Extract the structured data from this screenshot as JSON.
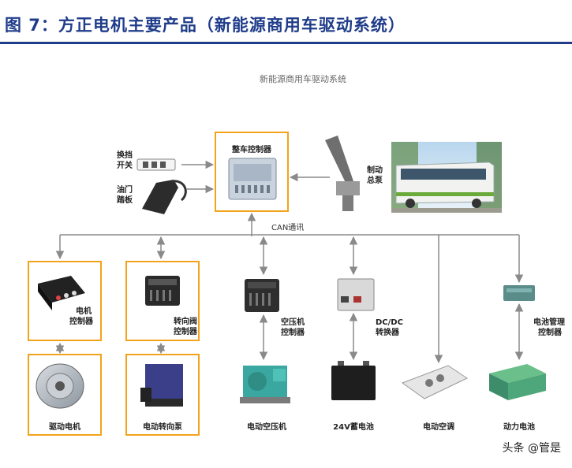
{
  "header": {
    "title": "图 7：方正电机主要产品（新能源商用车驱动系统）"
  },
  "diagram": {
    "title": "新能源商用车驱动系统",
    "inputs": {
      "shift_switch": "换挡\n开关",
      "throttle_pedal": "油门\n踏板",
      "brake_valve": "制动\n总泵"
    },
    "vcu": "整车控制器",
    "can": "CAN通讯",
    "components": {
      "motor_controller": "电机\n控制器",
      "drive_motor": "驱动电机",
      "steering_valve_controller": "转向阀\n控制器",
      "steering_pump": "电动转向泵",
      "compressor_controller": "空压机\n控制器",
      "electric_compressor": "电动空压机",
      "dcdc": "DC/DC\n转换器",
      "battery_24v": "24V蓄电池",
      "electric_ac": "电动空调",
      "bms": "电池管理\n控制器",
      "power_battery": "动力电池"
    },
    "highlight_color": "#f2a31b"
  },
  "watermark": "头条 @管是"
}
